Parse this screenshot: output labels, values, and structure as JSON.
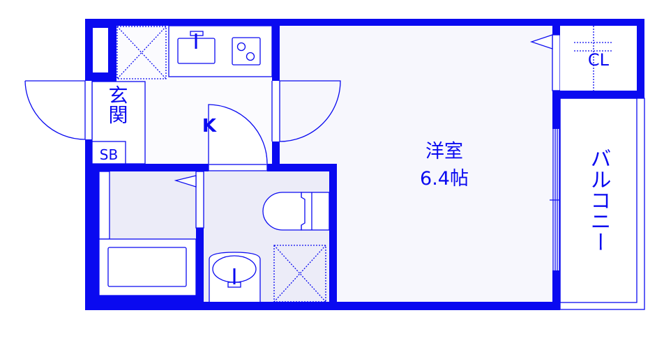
{
  "floorplan": {
    "colors": {
      "wall": "#0a0af0",
      "floor": "#f7f7fd",
      "wet_floor": "#ececf8",
      "background": "#ffffff"
    },
    "rooms": {
      "western_room": {
        "name": "洋室",
        "size": "6.4帖"
      },
      "kitchen": {
        "name": "K"
      },
      "entrance": {
        "name": "玄関"
      },
      "shoe_box": {
        "name": "SB"
      },
      "closet": {
        "name": "CL"
      },
      "balcony": {
        "name": "バルコニー"
      }
    }
  }
}
